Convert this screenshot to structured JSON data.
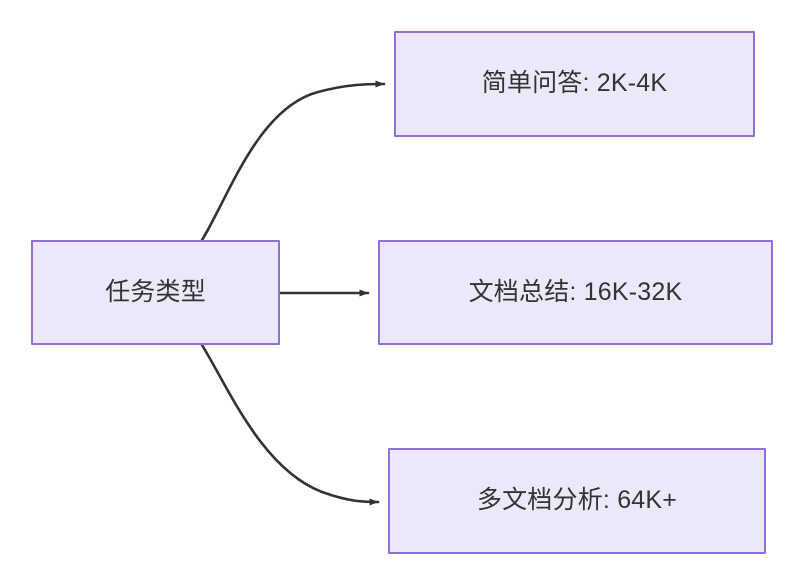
{
  "diagram": {
    "type": "flowchart",
    "direction": "left-to-right",
    "background_color": "#ffffff",
    "node_fill_color": "#ebe8fa",
    "node_border_color": "#9370d8",
    "node_text_color": "#333333",
    "edge_color": "#333333",
    "root": {
      "id": "task-type",
      "label": "任务类型"
    },
    "branches": [
      {
        "id": "simple-qa",
        "label": "简单问答: 2K-4K",
        "edge_style": "curved",
        "arrow": "solid-triangle"
      },
      {
        "id": "doc-summary",
        "label": "文档总结: 16K-32K",
        "edge_style": "straight",
        "arrow": "solid-triangle"
      },
      {
        "id": "multi-doc",
        "label": "多文档分析: 64K+",
        "edge_style": "curved",
        "arrow": "solid-triangle"
      }
    ]
  }
}
